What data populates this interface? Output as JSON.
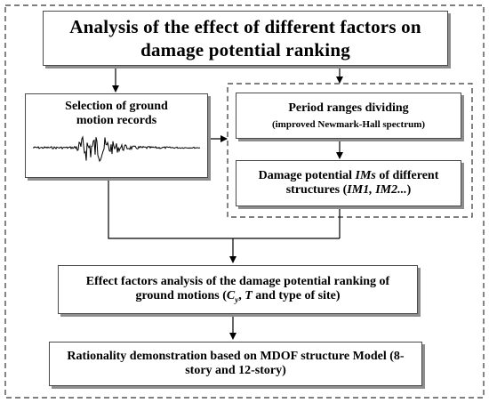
{
  "diagram": {
    "title_box": {
      "line1": "Analysis of the effect of different factors on",
      "line2": "damage potential ranking"
    },
    "selection_box": {
      "line1": "Selection of ground",
      "line2": "motion records",
      "waveform_icon": "seismogram-icon"
    },
    "period_box": {
      "title": "Period ranges dividing",
      "subtitle": "(improved Newmark-Hall spectrum)"
    },
    "damage_box": {
      "line1_pre": "Damage potential ",
      "line1_ims": "IMs",
      "line1_post": " of different",
      "line2_pre": "structures (",
      "line2_im": "IM1, IM2...",
      "line2_post": ")"
    },
    "effect_box": {
      "line1": "Effect factors analysis of the damage potential ranking of",
      "line2_pre": "ground motions (",
      "line2_cy": "C",
      "line2_cy_sub": "y",
      "line2_mid": ", ",
      "line2_t": "T",
      "line2_post": " and type of site)"
    },
    "rationality_box": {
      "line1": "Rationality demonstration based on MDOF structure Model (8-",
      "line2": "story and 12-story)"
    },
    "colors": {
      "line": "#000000",
      "border": "#4a4a4a",
      "shadow": "#8e8e8e",
      "dash": "#333333"
    }
  }
}
